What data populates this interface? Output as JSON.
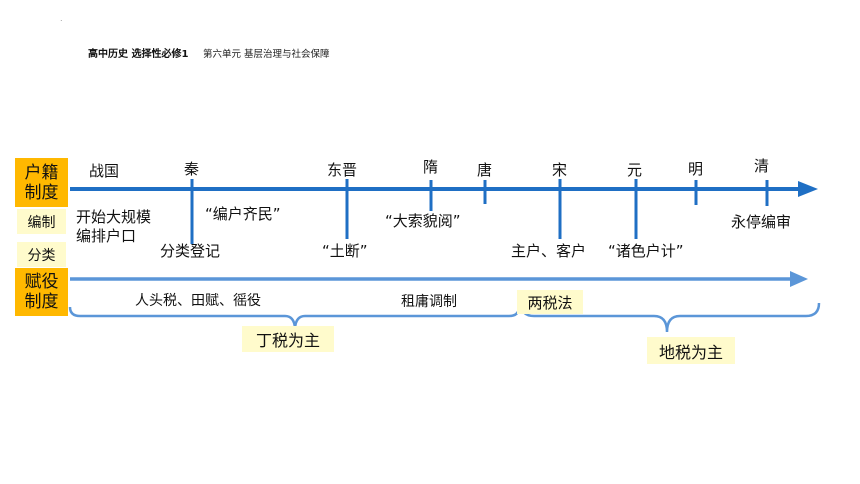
{
  "header": {
    "course": "高中历史 选择性必修1",
    "unit": "第六单元 基层治理与社会保障"
  },
  "left_labels": {
    "huji_line1": "户籍",
    "huji_line2": "制度",
    "bianzhi": "编制",
    "fenlei": "分类",
    "fuyi_line1": "赋役",
    "fuyi_line2": "制度"
  },
  "timeline_top": {
    "periods": [
      "战国",
      "秦",
      "东晋",
      "隋",
      "唐",
      "宋",
      "元",
      "明",
      "清"
    ],
    "annotations": {
      "zhanguo_1": "开始大规模",
      "zhanguo_2": "编排户口",
      "qin_above": "“编户齐民”",
      "qin_below": "分类登记",
      "dongjin": "“土断”",
      "sui": "“大索貌阅”",
      "song": "主户、客户",
      "yuan": "“诸色户计”",
      "qing": "永停编审"
    }
  },
  "timeline_bottom": {
    "item1": "人头税、田赋、徭役",
    "item2": "租庸调制",
    "item3": "两税法",
    "brace_left": "丁税为主",
    "brace_right": "地税为主"
  },
  "colors": {
    "arrow_top": "#1f6fc4",
    "arrow_bottom": "#5b96d8",
    "orange_label": "#ffb800",
    "pale_label": "#fffbcc"
  }
}
